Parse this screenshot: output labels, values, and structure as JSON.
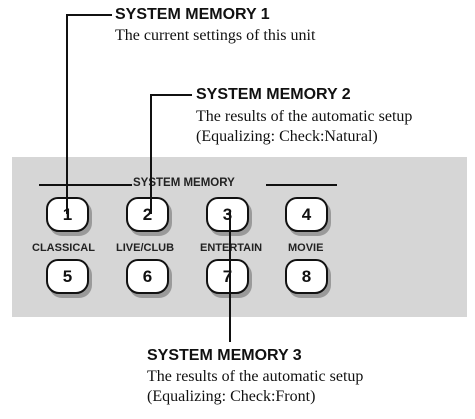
{
  "callouts": {
    "memory1": {
      "title": "SYSTEM MEMORY 1",
      "desc": "The current settings of this unit"
    },
    "memory2": {
      "title": "SYSTEM MEMORY 2",
      "desc_line1": "The results of the automatic setup",
      "desc_line2": "(Equalizing: Check:Natural)"
    },
    "memory3": {
      "title": "SYSTEM MEMORY 3",
      "desc_line1": "The results of the automatic setup",
      "desc_line2": "(Equalizing: Check:Front)"
    }
  },
  "panel": {
    "group_label": "SYSTEM MEMORY",
    "row1": [
      {
        "label": "1"
      },
      {
        "label": "2"
      },
      {
        "label": "3"
      },
      {
        "label": "4"
      }
    ],
    "row2_labels": [
      "CLASSICAL",
      "LIVE/CLUB",
      "ENTERTAIN",
      "MOVIE"
    ],
    "row2": [
      {
        "label": "5"
      },
      {
        "label": "6"
      },
      {
        "label": "7"
      },
      {
        "label": "8"
      }
    ]
  },
  "colors": {
    "panel": "#d6d6d6",
    "button_face": "#ffffff",
    "ink": "#111111"
  }
}
